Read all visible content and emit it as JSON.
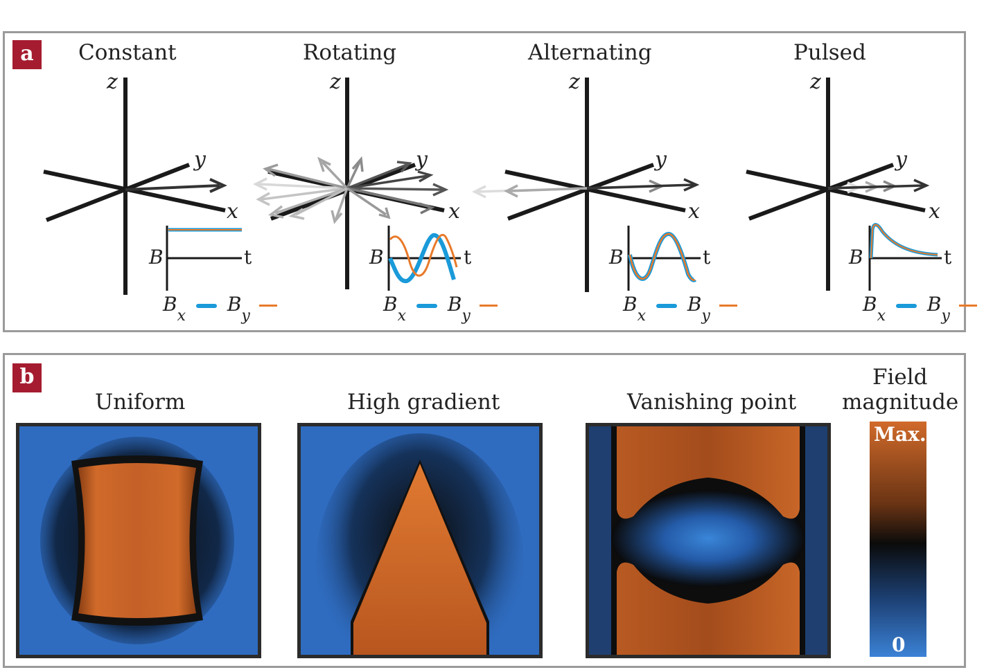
{
  "panel_a": {
    "badge": "a",
    "columns": [
      {
        "title": "Constant",
        "x_label": "x",
        "y_label": "y",
        "z_label": "z",
        "plot_y": "B",
        "plot_t": "t",
        "legend_bx": "B",
        "legend_bx_sub": "x",
        "legend_by": "B",
        "legend_by_sub": "y"
      },
      {
        "title": "Rotating",
        "x_label": "x",
        "y_label": "y",
        "z_label": "z",
        "plot_y": "B",
        "plot_t": "t",
        "legend_bx": "B",
        "legend_bx_sub": "x",
        "legend_by": "B",
        "legend_by_sub": "y"
      },
      {
        "title": "Alternating",
        "x_label": "x",
        "y_label": "y",
        "z_label": "z",
        "plot_y": "B",
        "plot_t": "t",
        "legend_bx": "B",
        "legend_bx_sub": "x",
        "legend_by": "B",
        "legend_by_sub": "y"
      },
      {
        "title": "Pulsed",
        "x_label": "x",
        "y_label": "y",
        "z_label": "z",
        "plot_y": "B",
        "plot_t": "t",
        "legend_bx": "B",
        "legend_bx_sub": "x",
        "legend_by": "B",
        "legend_by_sub": "y"
      }
    ],
    "colors": {
      "bx": "#1a9ad9",
      "by": "#e87a2a",
      "axis": "#1a1a1a"
    }
  },
  "panel_b": {
    "badge": "b",
    "maps": [
      {
        "title": "Uniform"
      },
      {
        "title": "High gradient"
      },
      {
        "title": "Vanishing point"
      }
    ],
    "scale": {
      "title_line1": "Field",
      "title_line2": "magnitude",
      "max_label": "Max.",
      "min_label": "0"
    },
    "colors": {
      "high": "#d86a2a",
      "low": "#2f6fc4",
      "mid": "#0d0d0d"
    }
  }
}
